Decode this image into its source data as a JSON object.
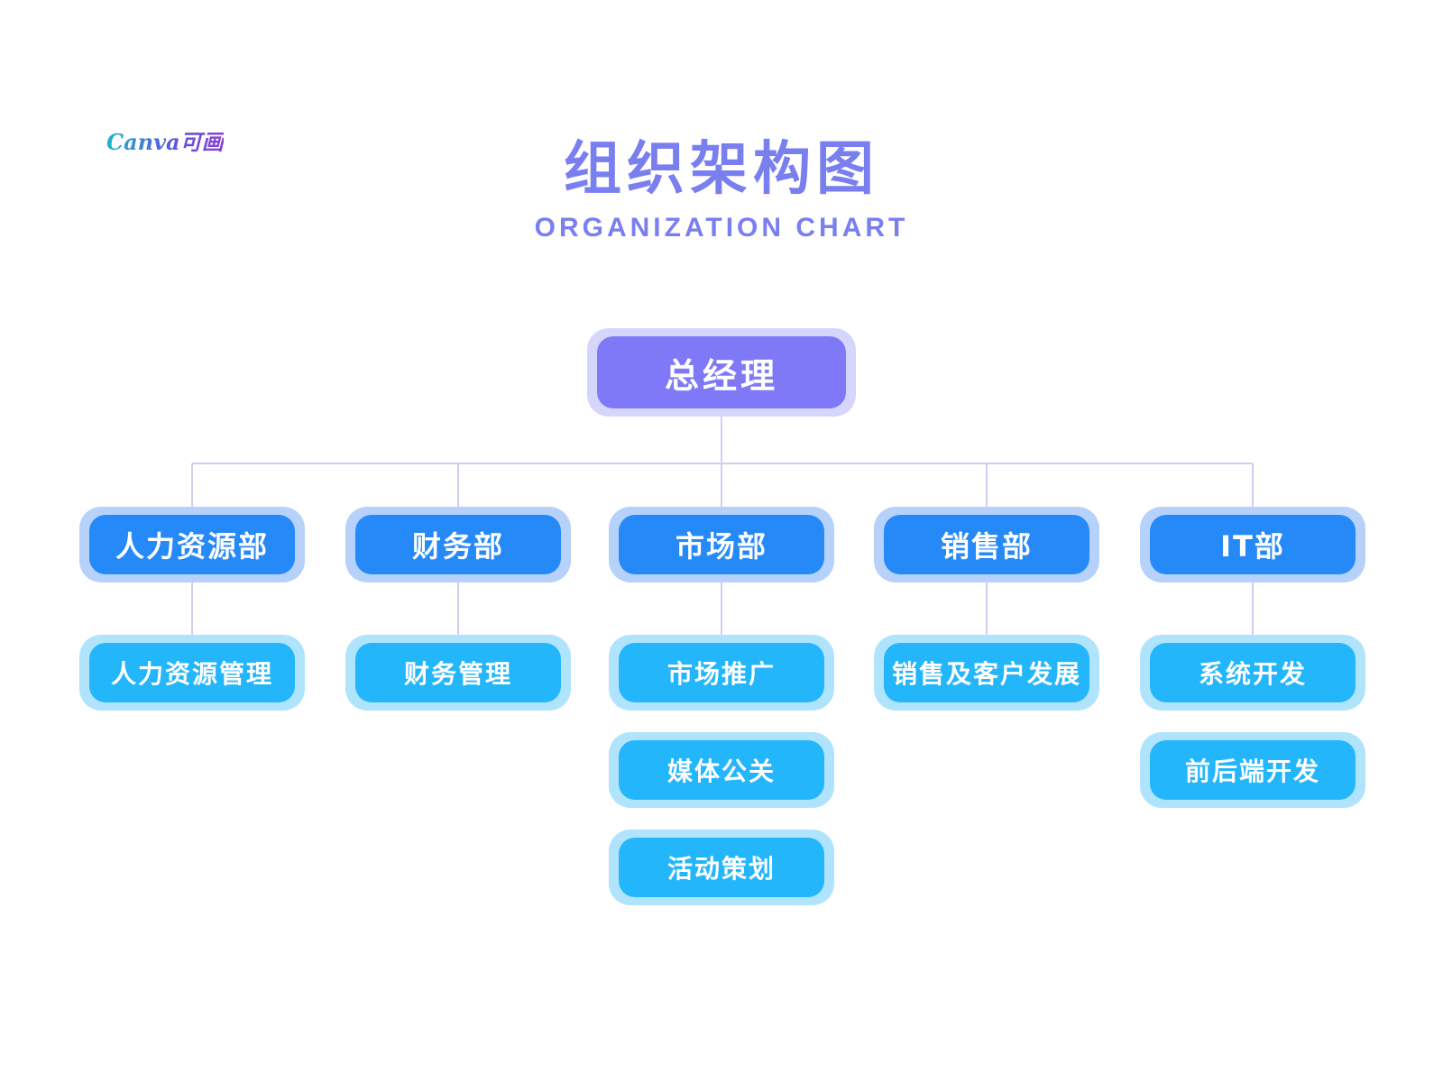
{
  "logo": "Canva可画",
  "title": "组织架构图",
  "subtitle": "ORGANIZATION CHART",
  "colors": {
    "title": "#7a7ff0",
    "root_fill": "#7f79f7",
    "root_halo": "#d6d5fb",
    "dept_fill": "#2589f8",
    "dept_halo": "#b6d2fb",
    "sub_fill": "#23b6fb",
    "sub_halo": "#b0e4fd",
    "connector": "#cdd0ec"
  },
  "root": {
    "label": "总经理"
  },
  "departments": [
    {
      "label": "人力资源部",
      "children": [
        "人力资源管理"
      ]
    },
    {
      "label": "财务部",
      "children": [
        "财务管理"
      ]
    },
    {
      "label": "市场部",
      "children": [
        "市场推广",
        "媒体公关",
        "活动策划"
      ]
    },
    {
      "label": "销售部",
      "children": [
        "销售及客户发展"
      ]
    },
    {
      "label": "IT部",
      "children": [
        "系统开发",
        "前后端开发"
      ]
    }
  ]
}
